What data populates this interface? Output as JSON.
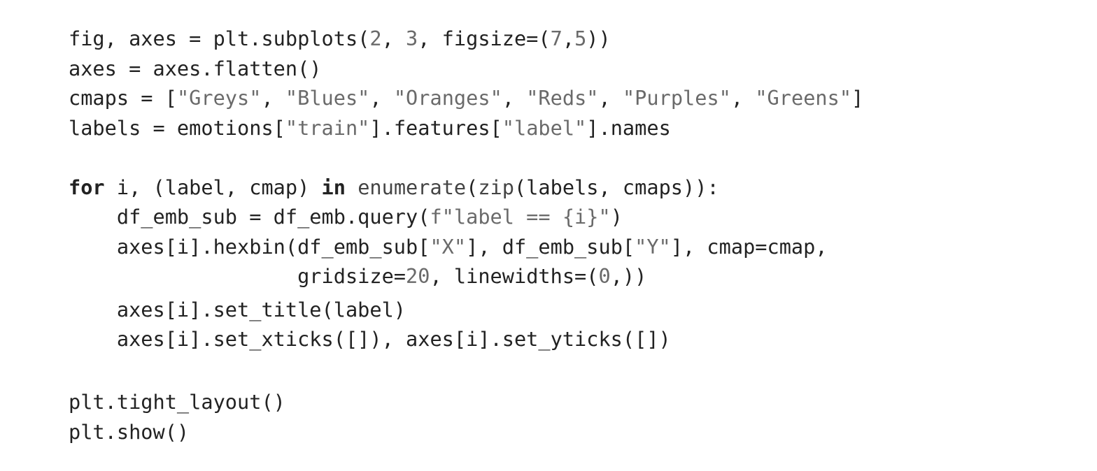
{
  "code_lines": [
    [
      {
        "t": "fig, axes = plt.subplots(",
        "c": "n"
      },
      {
        "t": "2",
        "c": "s"
      },
      {
        "t": ", ",
        "c": "n"
      },
      {
        "t": "3",
        "c": "s"
      },
      {
        "t": ", figsize=(",
        "c": "n"
      },
      {
        "t": "7",
        "c": "s"
      },
      {
        "t": ",",
        "c": "n"
      },
      {
        "t": "5",
        "c": "s"
      },
      {
        "t": "))",
        "c": "n"
      }
    ],
    [
      {
        "t": "axes = axes.flatten()",
        "c": "n"
      }
    ],
    [
      {
        "t": "cmaps = [",
        "c": "n"
      },
      {
        "t": "\"Greys\"",
        "c": "s"
      },
      {
        "t": ", ",
        "c": "n"
      },
      {
        "t": "\"Blues\"",
        "c": "s"
      },
      {
        "t": ", ",
        "c": "n"
      },
      {
        "t": "\"Oranges\"",
        "c": "s"
      },
      {
        "t": ", ",
        "c": "n"
      },
      {
        "t": "\"Reds\"",
        "c": "s"
      },
      {
        "t": ", ",
        "c": "n"
      },
      {
        "t": "\"Purples\"",
        "c": "s"
      },
      {
        "t": ", ",
        "c": "n"
      },
      {
        "t": "\"Greens\"",
        "c": "s"
      },
      {
        "t": "]",
        "c": "n"
      }
    ],
    [
      {
        "t": "labels = emotions[",
        "c": "n"
      },
      {
        "t": "\"train\"",
        "c": "s"
      },
      {
        "t": "].features[",
        "c": "n"
      },
      {
        "t": "\"label\"",
        "c": "s"
      },
      {
        "t": "].names",
        "c": "n"
      }
    ],
    [],
    [
      {
        "t": "for",
        "c": "k"
      },
      {
        "t": " i, (label, cmap) ",
        "c": "n"
      },
      {
        "t": "in",
        "c": "k"
      },
      {
        "t": " ",
        "c": "n"
      },
      {
        "t": "enumerate",
        "c": "b"
      },
      {
        "t": "(",
        "c": "n"
      },
      {
        "t": "zip",
        "c": "b"
      },
      {
        "t": "(labels, cmaps)):",
        "c": "n"
      }
    ],
    [
      {
        "t": "    df_emb_sub = df_emb.query(",
        "c": "n"
      },
      {
        "t": "f\"label == {i}\"",
        "c": "s"
      },
      {
        "t": ")",
        "c": "n"
      }
    ],
    [
      {
        "t": "    axes[i].hexbin(df_emb_sub[",
        "c": "n"
      },
      {
        "t": "\"X\"",
        "c": "s"
      },
      {
        "t": "], df_emb_sub[",
        "c": "n"
      },
      {
        "t": "\"Y\"",
        "c": "s"
      },
      {
        "t": "], cmap=cmap,",
        "c": "n"
      }
    ],
    [
      {
        "t": "                   gridsize=",
        "c": "n"
      },
      {
        "t": "20",
        "c": "s"
      },
      {
        "t": ", linewidths=(",
        "c": "n"
      },
      {
        "t": "0",
        "c": "s"
      },
      {
        "t": ",))",
        "c": "n"
      }
    ],
    [
      {
        "t": "    axes[i].set_title(label)",
        "c": "n"
      }
    ],
    [
      {
        "t": "    axes[i].set_xticks([]), axes[i].set_yticks([])",
        "c": "n"
      }
    ],
    [],
    [
      {
        "t": "plt.tight_layout()",
        "c": "n"
      }
    ],
    [
      {
        "t": "plt.show()",
        "c": "n"
      }
    ]
  ]
}
